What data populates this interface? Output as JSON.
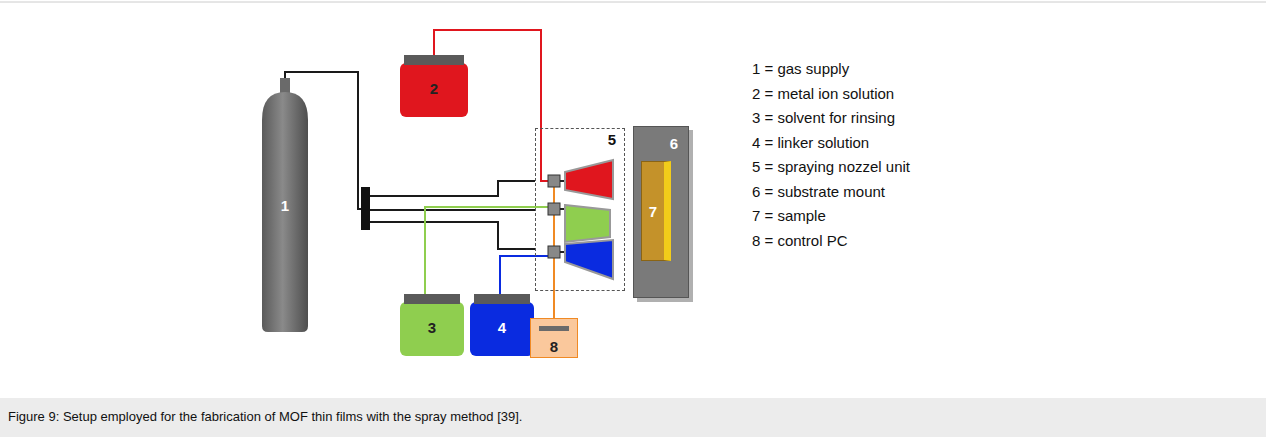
{
  "diagram": {
    "caption": "Figure 9: Setup employed for the fabrication of MOF thin films with the spray method [39].",
    "nodes": [
      {
        "text": [
          "1"
        ]
      },
      {
        "text": [
          "2"
        ]
      },
      {
        "text": [
          "5"
        ]
      },
      {
        "text": [
          "6"
        ]
      },
      {
        "text": [
          "7"
        ],
        "in": 3
      },
      {
        "text": [
          "3"
        ]
      },
      {
        "text": [
          "4"
        ]
      },
      {
        "text": [
          "8"
        ]
      }
    ],
    "edges": [
      {
        "from": 0,
        "to": 2,
        "arrow": "none"
      },
      {
        "from": 1,
        "to": 2,
        "arrow": "none"
      },
      {
        "from": 5,
        "to": 2,
        "arrow": "none"
      },
      {
        "from": 6,
        "to": 2,
        "arrow": "none"
      },
      {
        "from": 7,
        "to": 2,
        "arrow": "none"
      }
    ],
    "labels": [
      "1 = gas supply",
      "2 = metal ion solution",
      "3 = solvent for rinsing",
      "4 = linker solution",
      "5 = spraying nozzel unit",
      "6 = substrate mount",
      "7 = sample",
      "8 = control PC"
    ]
  }
}
